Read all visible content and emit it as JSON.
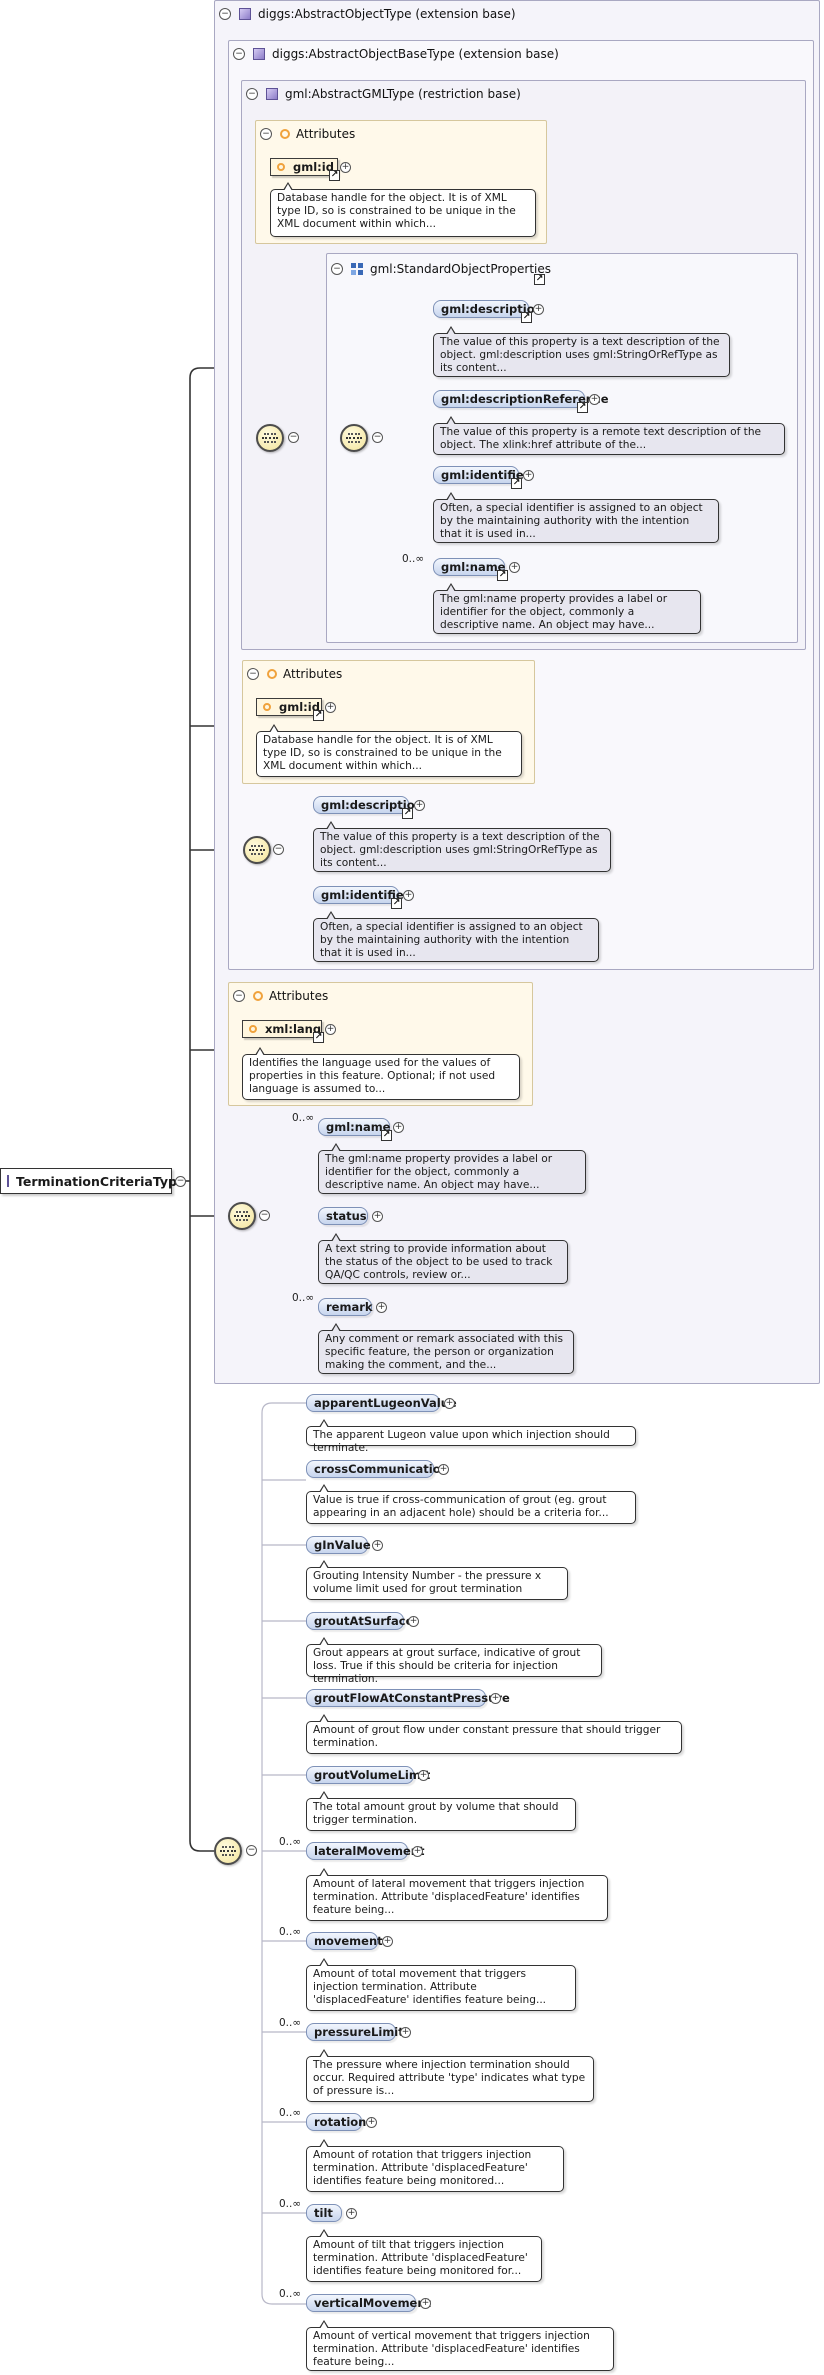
{
  "root": {
    "label": "TerminationCriteriaType"
  },
  "frames": {
    "abstract_object": "diggs:AbstractObjectType (extension base)",
    "abstract_object_base": "diggs:AbstractObjectBaseType (extension base)",
    "abstract_gml": "gml:AbstractGMLType (restriction base)",
    "standard_object_properties": "gml:StandardObjectProperties"
  },
  "labels": {
    "attributes": "Attributes",
    "multiplicity": "0..∞",
    "toggle_collapse": "−",
    "toggle_expand": "+",
    "ref_arrow": "↗"
  },
  "gml_attributes": {
    "id_label": "gml:id",
    "id_desc": "Database handle for the object. It is of XML type ID, so is constrained to be unique in the XML document within which..."
  },
  "standard_props": [
    {
      "label": "gml:description",
      "desc": "The value of this property is a text description of the object. gml:description uses gml:StringOrRefType as its content..."
    },
    {
      "label": "gml:descriptionReference",
      "desc": "The value of this property is a remote text description of the object. The xlink:href attribute of the..."
    },
    {
      "label": "gml:identifier",
      "desc": "Often, a special identifier is assigned to an object by the maintaining authority with the intention that it is used in..."
    },
    {
      "label": "gml:name",
      "desc": "The gml:name property provides a label or identifier for the object, commonly a descriptive name. An object may have..."
    }
  ],
  "base_attributes": {
    "id_label": "gml:id",
    "id_desc": "Database handle for the object. It is of XML type ID, so is constrained to be unique in the XML document within which..."
  },
  "base_props": [
    {
      "label": "gml:description",
      "desc": "The value of this property is a text description of the object. gml:description uses gml:StringOrRefType as its content..."
    },
    {
      "label": "gml:identifier",
      "desc": "Often, a special identifier is assigned to an object by the maintaining authority with the intention that it is used in..."
    }
  ],
  "object_attributes": {
    "lang_label": "xml:lang",
    "lang_desc": "Identifies the language used for the values of properties in this feature. Optional; if not used language is assumed to..."
  },
  "object_props": [
    {
      "label": "gml:name",
      "desc": "The gml:name property provides a label or identifier for the object, commonly a descriptive name. An object may have..."
    },
    {
      "label": "status",
      "desc": "A text string to provide information about the status of the object to be used to track QA/QC controls, review or..."
    },
    {
      "label": "remark",
      "desc": "Any comment or remark associated with this specific feature, the person or organization making the comment, and the..."
    }
  ],
  "criteria": [
    {
      "label": "apparentLugeonValue",
      "desc": "The apparent Lugeon value upon which injection should terminate."
    },
    {
      "label": "crossCommunication",
      "desc": "Value is true if cross-communication of grout (eg. grout appearing in an adjacent hole) should be a criteria for..."
    },
    {
      "label": "gInValue",
      "desc": "Grouting Intensity Number - the pressure x volume limit used for grout termination"
    },
    {
      "label": "groutAtSurface",
      "desc": "Grout appears at grout surface, indicative of grout loss. True if this should be criteria for injection termination."
    },
    {
      "label": "groutFlowAtConstantPressure",
      "desc": "Amount of grout flow under constant pressure that should trigger termination."
    },
    {
      "label": "groutVolumeLimit",
      "desc": "The total amount grout by volume that should trigger termination."
    },
    {
      "label": "lateralMovement",
      "desc": "Amount of lateral movement that triggers injection termination. Attribute 'displacedFeature' identifies feature being..."
    },
    {
      "label": "movement",
      "desc": "Amount of total movement that triggers injection termination. Attribute 'displacedFeature' identifies feature being..."
    },
    {
      "label": "pressureLimit",
      "desc": "The pressure where injection termination should occur. Required attribute 'type' indicates what type of pressure is..."
    },
    {
      "label": "rotation",
      "desc": "Amount of rotation that triggers injection termination. Attribute 'displacedFeature' identifies feature being monitored..."
    },
    {
      "label": "tilt",
      "desc": "Amount of tilt that triggers injection termination. Attribute 'displacedFeature' identifies feature being monitored for..."
    },
    {
      "label": "verticalMovement",
      "desc": "Amount of vertical movement that triggers injection termination. Attribute 'displacedFeature' identifies feature being..."
    }
  ]
}
